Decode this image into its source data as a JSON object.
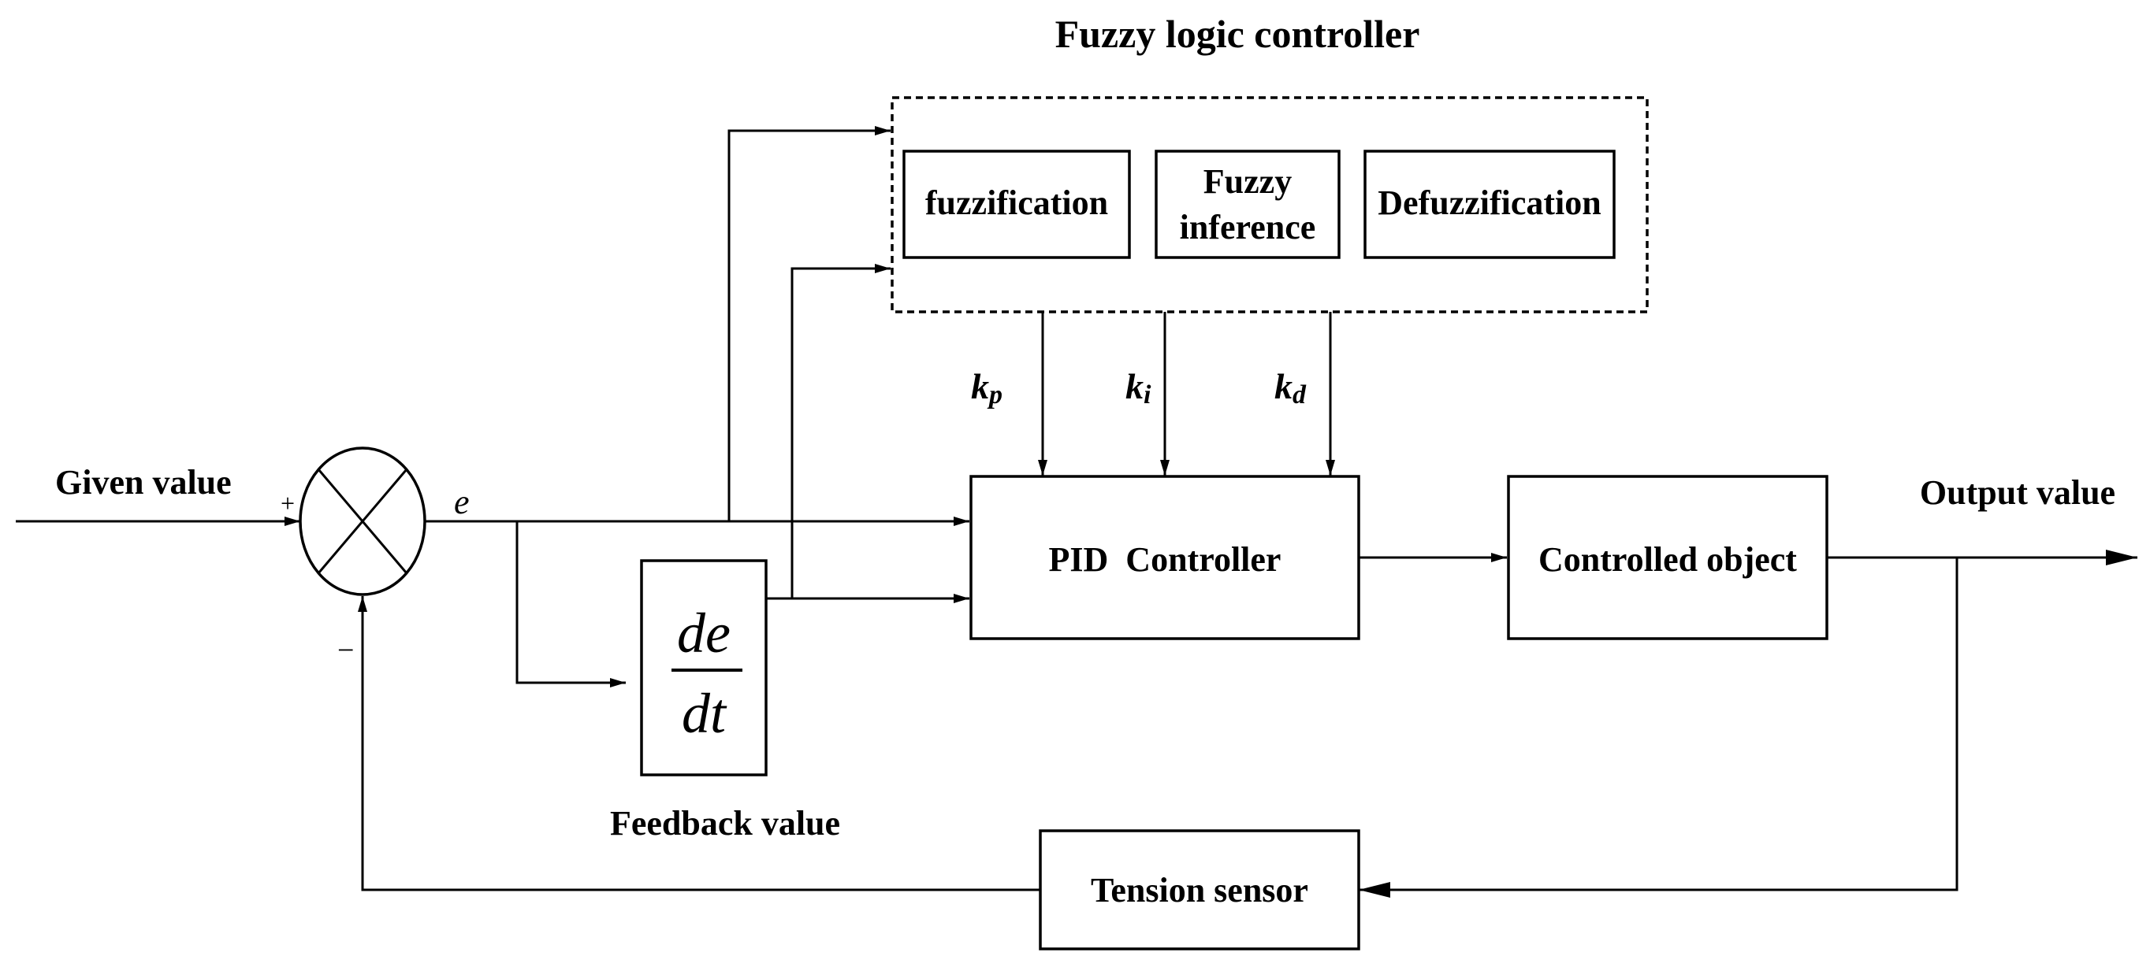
{
  "title": "Fuzzy logic controller",
  "blocks": {
    "fuzzification": "fuzzification",
    "inference_line1": "Fuzzy",
    "inference_line2": "inference",
    "defuzzification": "Defuzzification",
    "pid": "PID  Controller",
    "controlled": "Controlled object",
    "sensor": "Tension sensor",
    "deriv_num": "de",
    "deriv_den": "dt"
  },
  "labels": {
    "given": "Given value",
    "output": "Output value",
    "feedback": "Feedback value",
    "error": "e",
    "plus": "+",
    "minus": "−"
  },
  "gains": {
    "kp_base": "k",
    "kp_sub": "p",
    "ki_base": "k",
    "ki_sub": "i",
    "kd_base": "k",
    "kd_sub": "d"
  }
}
